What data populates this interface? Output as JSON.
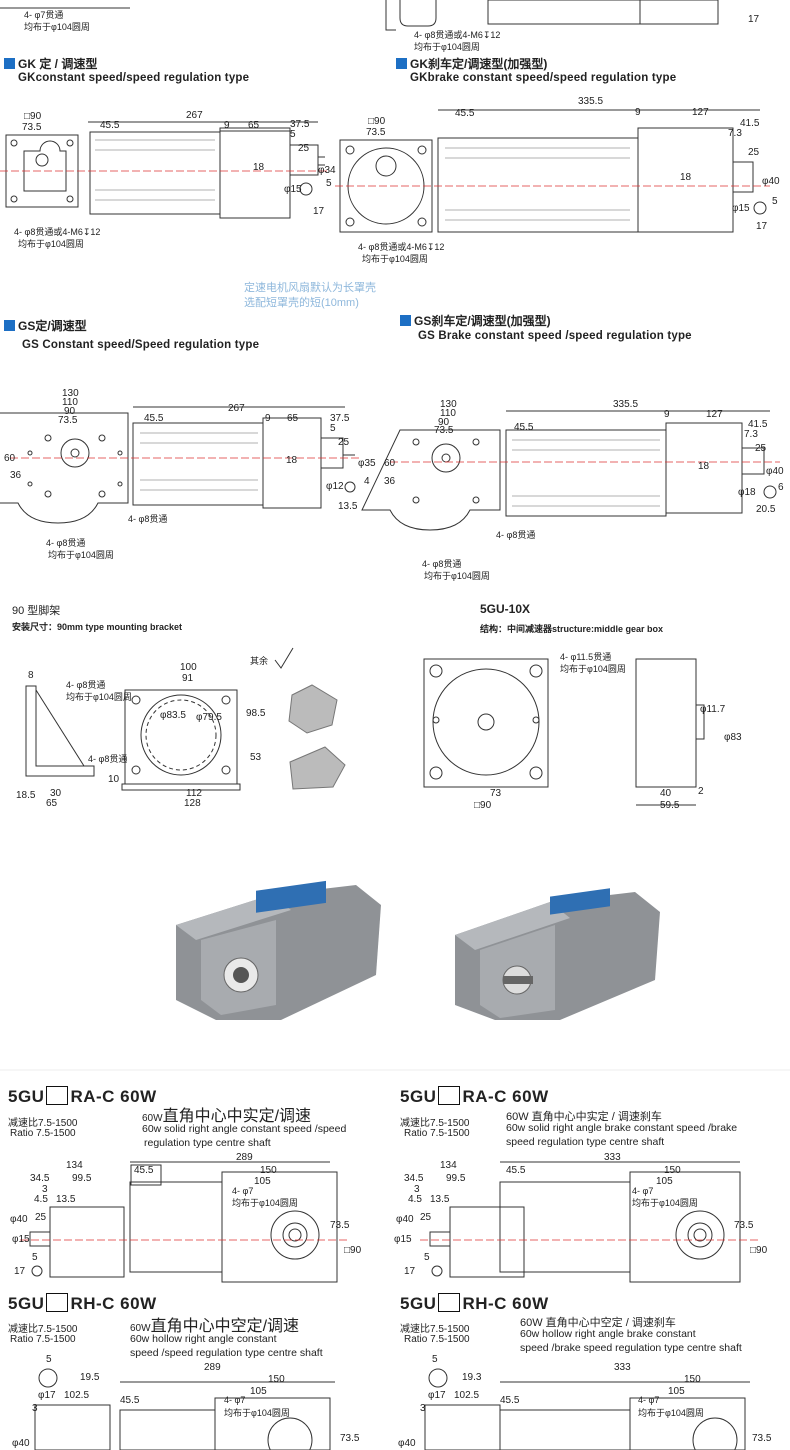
{
  "top_fragment": {
    "left_note_1": "4- φ7贯通",
    "left_note_2": "均布于φ104圆周",
    "right_note_1": "4- φ8贯通或4-M6↧12",
    "right_note_2": "均布于φ104圆周",
    "right_dim": "17"
  },
  "gk": {
    "title": "GK 定 / 调速型",
    "subtitle": "GKconstant speed/speed regulation type",
    "dims": {
      "sq": "□90",
      "d735": "73.5",
      "d267": "267",
      "d455": "45.5",
      "d9": "9",
      "d65": "65",
      "d375": "37.5",
      "d5": "5",
      "d25": "25",
      "d18": "18",
      "d34": "φ34",
      "d15": "φ15",
      "d5b": "5",
      "d17": "17"
    },
    "hole_1": "4- φ8贯通或4-M6↧12",
    "hole_2": "均布于φ104圆周"
  },
  "gk_brake": {
    "title": "GK刹车定/调速型(加强型)",
    "subtitle": "GKbrake constant speed/speed regulation type",
    "dims": {
      "sq": "□90",
      "d735": "73.5",
      "d3355": "335.5",
      "d455": "45.5",
      "d9": "9",
      "d127": "127",
      "d415": "41.5",
      "d73": "7.3",
      "d25": "25",
      "d18": "18",
      "d40": "φ40",
      "d15": "φ15",
      "d5": "5",
      "d17": "17"
    },
    "hole_1": "4- φ8贯通或4-M6↧12",
    "hole_2": "均布于φ104圆周"
  },
  "fan_note": {
    "line1": "定速电机风扇默认为长罩壳",
    "line2": "选配短罩壳的短(10mm)"
  },
  "gs": {
    "title": "GS定/调速型",
    "subtitle": "GS Constant speed/Speed regulation type",
    "dims": {
      "d130": "130",
      "d110": "110",
      "d90": "90",
      "d735": "73.5",
      "d267": "267",
      "d455": "45.5",
      "d9": "9",
      "d65": "65",
      "d375": "37.5",
      "d5": "5",
      "d25": "25",
      "d18": "18",
      "d60": "60",
      "d36": "36",
      "d35": "φ35",
      "d12": "φ12",
      "d4": "4",
      "d135": "13.5"
    },
    "hole_a": "4- φ8贯通",
    "hole_1": "4- φ8贯通",
    "hole_2": "均布于φ104圆周"
  },
  "gs_brake": {
    "title": "GS刹车定/调速型(加强型)",
    "subtitle": "GS Brake constant speed /speed regulation type",
    "dims": {
      "d130": "130",
      "d110": "110",
      "d90": "90",
      "d735": "73.5",
      "d3355": "335.5",
      "d455": "45.5",
      "d9": "9",
      "d127": "127",
      "d415": "41.5",
      "d73": "7.3",
      "d25": "25",
      "d18": "18",
      "d60": "60",
      "d36": "36",
      "d40": "φ40",
      "d18b": "φ18",
      "d6": "6",
      "d205": "20.5"
    },
    "hole_a": "4- φ8贯通",
    "hole_1": "4- φ8贯通",
    "hole_2": "均布于φ104圆周"
  },
  "bracket": {
    "title": "90 型脚架",
    "subtitle": "安装尺寸：90mm type mounting bracket",
    "rest": "其余",
    "dims": {
      "d8": "8",
      "d100": "100",
      "d91": "91",
      "d835": "φ83.5",
      "d795": "φ79.5",
      "d985": "98.5",
      "d53": "53",
      "d10": "10",
      "d185": "18.5",
      "d30": "30",
      "d65": "65",
      "d112": "112",
      "d128": "128"
    },
    "hole_1": "4- φ8贯通",
    "hole_2": "均布于φ104圆周",
    "hole_b": "4- φ8贯通"
  },
  "gearbox": {
    "title": "5GU-10X",
    "subtitle": "结构：中间减速器structure:middle gear box",
    "hole_1": "4- φ11.5贯通",
    "hole_2": "均布于φ104圆周",
    "dims": {
      "d117": "φ11.7",
      "d83": "φ83",
      "d73": "73",
      "d90": "□90",
      "d40": "40",
      "d2": "2",
      "d595": "59.5"
    }
  },
  "ra_c": {
    "code_a": "5GU",
    "code_b": "RA-C  60W",
    "ratio_cn": "减速比7.5-1500",
    "ratio_en": "Ratio 7.5-1500",
    "title_cn_prefix": "60W",
    "title_cn": "直角中心中实定/调速",
    "desc_1": "60w  solid right angle constant speed /speed",
    "desc_2": "regulation type centre shaft",
    "dims": {
      "d134": "134",
      "d345": "34.5",
      "d995": "99.5",
      "d3": "3",
      "d45": "4.5",
      "d135": "13.5",
      "d40": "φ40",
      "d25": "25",
      "d15": "φ15",
      "d5": "5",
      "d17": "17",
      "d455": "45.5",
      "d289": "289",
      "d150": "150",
      "d105": "105",
      "d735": "73.5",
      "d90": "□90"
    },
    "hole_1": "4- φ7",
    "hole_2": "均布于φ104圆周"
  },
  "ra_c_brake": {
    "code_a": "5GU",
    "code_b": "RA-C  60W",
    "ratio_cn": "减速比7.5-1500",
    "ratio_en": "Ratio 7.5-1500",
    "title_cn": "60W 直角中心中实定 / 调速刹车",
    "desc_1": "60w  solid right angle brake constant speed /brake",
    "desc_2": "speed regulation type centre shaft",
    "dims": {
      "d134": "134",
      "d345": "34.5",
      "d995": "99.5",
      "d3": "3",
      "d45": "4.5",
      "d135": "13.5",
      "d40": "φ40",
      "d25": "25",
      "d15": "φ15",
      "d5": "5",
      "d17": "17",
      "d455": "45.5",
      "d333": "333",
      "d150": "150",
      "d105": "105",
      "d735": "73.5",
      "d90": "□90"
    },
    "hole_1": "4- φ7",
    "hole_2": "均布于φ104圆周"
  },
  "rh_c": {
    "code_a": "5GU",
    "code_b": "RH-C  60W",
    "ratio_cn": "减速比7.5-1500",
    "ratio_en": "Ratio 7.5-1500",
    "title_cn_prefix": "60W",
    "title_cn": "直角中心中空定/调速",
    "desc_1": "60w  hollow right angle constant",
    "desc_2": "speed /speed regulation type centre shaft",
    "dims": {
      "d5": "5",
      "d195": "19.5",
      "d17": "φ17",
      "d1025": "102.5",
      "d289": "289",
      "d3": "3",
      "d455": "45.5",
      "d150": "150",
      "d105": "105",
      "d40": "φ40",
      "d735": "73.5"
    },
    "hole_1": "4- φ7",
    "hole_2": "均布于φ104圆周"
  },
  "rh_c_brake": {
    "code_a": "5GU",
    "code_b": "RH-C  60W",
    "ratio_cn": "减速比7.5-1500",
    "ratio_en": "Ratio 7.5-1500",
    "title_cn": "60W 直角中心中空定 / 调速刹车",
    "desc_1": "60w  hollow right angle brake constant",
    "desc_2": "speed /brake speed regulation type centre shaft",
    "dims": {
      "d5": "5",
      "d193": "19.3",
      "d17": "φ17",
      "d1025": "102.5",
      "d333": "333",
      "d3": "3",
      "d455": "45.5",
      "d150": "150",
      "d105": "105",
      "d40": "φ40",
      "d735": "73.5"
    },
    "hole_1": "4- φ7",
    "hole_2": "均布于φ104圆周"
  }
}
